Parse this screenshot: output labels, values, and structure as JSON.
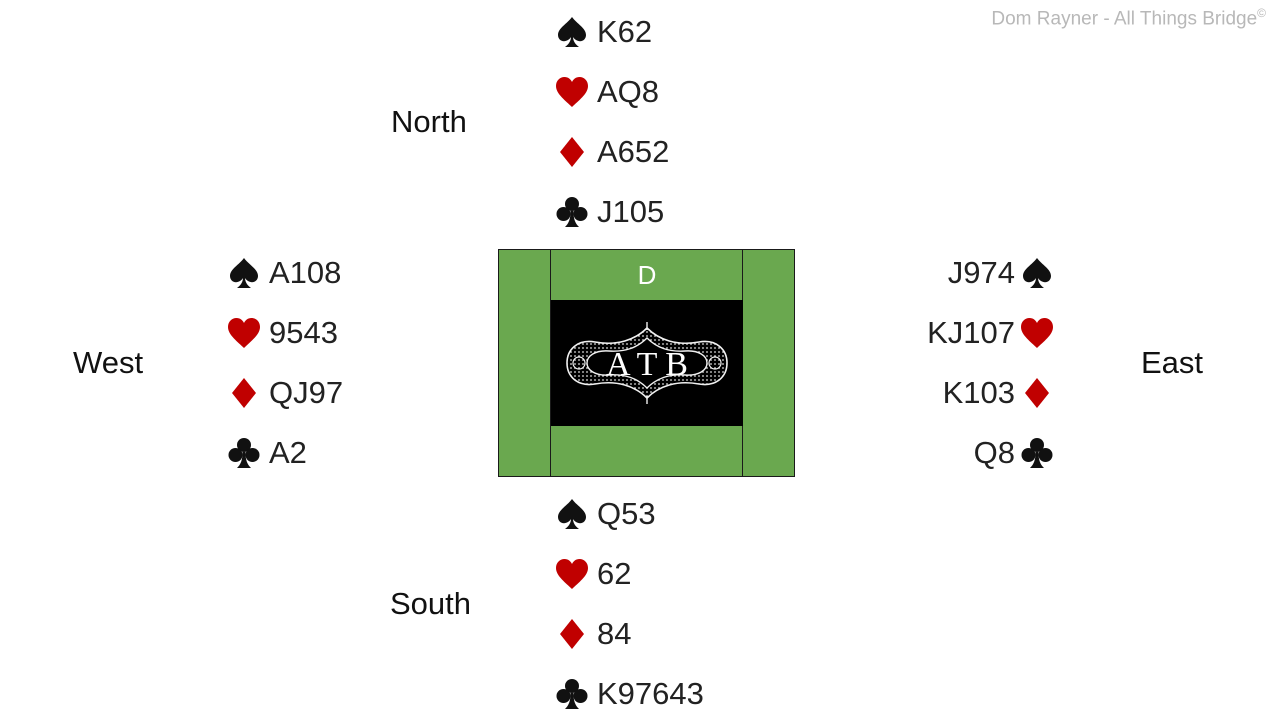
{
  "credit": "Dom Rayner - All Things Bridge",
  "credit_symbol": "©",
  "dealer": "D",
  "logo_text": "A T B",
  "colors": {
    "red_suit": "#c00000",
    "black_suit": "#111111",
    "table_green": "#6aa84f"
  },
  "north": {
    "label": "North",
    "spades": "K62",
    "hearts": "AQ8",
    "diamonds": "A652",
    "clubs": "J105"
  },
  "west": {
    "label": "West",
    "spades": "A108",
    "hearts": "9543",
    "diamonds": "QJ97",
    "clubs": "A2"
  },
  "east": {
    "label": "East",
    "spades": "J974",
    "hearts": "KJ107",
    "diamonds": "K103",
    "clubs": "Q8"
  },
  "south": {
    "label": "South",
    "spades": "Q53",
    "hearts": "62",
    "diamonds": "84",
    "clubs": "K97643"
  },
  "icons": {
    "spades": "spade-icon",
    "hearts": "heart-icon",
    "diamonds": "diamond-icon",
    "clubs": "club-icon"
  }
}
